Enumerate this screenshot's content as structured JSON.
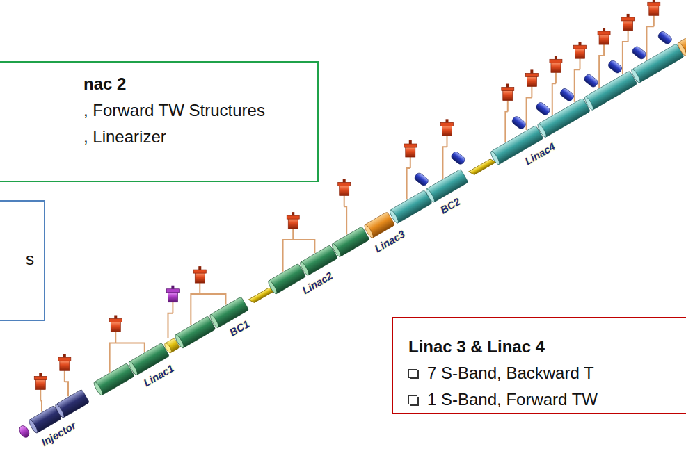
{
  "diagram": {
    "nodes": [
      {
        "text": [
          "nac 2",
          ", Forward TW Structures",
          ", Linearizer"
        ]
      },
      {
        "text": [
          "s"
        ]
      },
      {
        "text": [
          "Linac 3 & Linac 4",
          "7 S-Band, Backward T",
          "1 S-Band, Forward TW"
        ]
      }
    ],
    "labels": [
      "Injector",
      "Linac1",
      "BC1",
      "Linac2",
      "Linac3",
      "BC2",
      "Linac4"
    ]
  }
}
